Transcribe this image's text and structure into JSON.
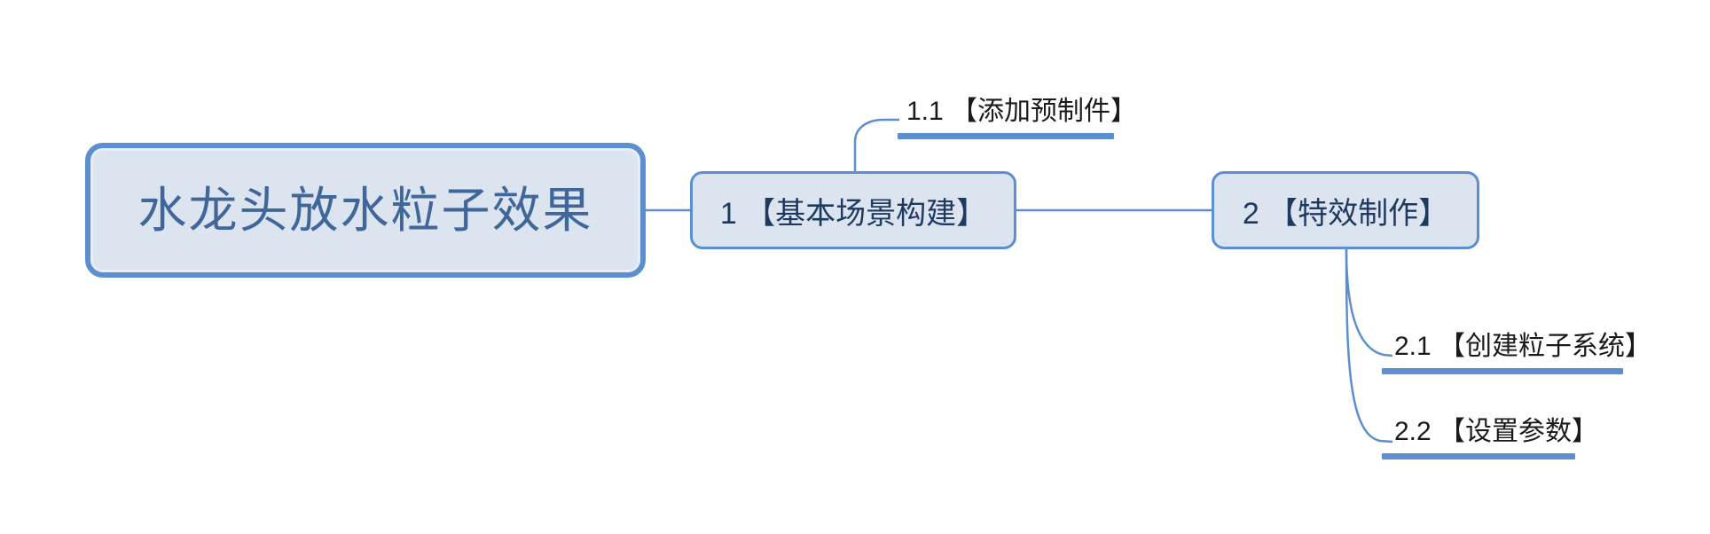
{
  "diagram": {
    "type": "mind-map",
    "orientation": "left-to-right",
    "root": {
      "label": "水龙头放水粒子效果",
      "shape": "rounded-rectangle-double-border",
      "fill_color": "#dce4f0",
      "border_color": "#5b8fd0",
      "text_color": "#3f6799"
    },
    "branches": [
      {
        "id": "1",
        "label": "1 【基本场景构建】",
        "shape": "rounded-rectangle",
        "fill_color": "#dce4f0",
        "border_color": "#5b8fd0",
        "text_color": "#1f3a5f",
        "children": [
          {
            "id": "1.1",
            "label": "1.1 【添加预制件】",
            "shape": "underlined-text",
            "rule_color": "#5b8fd0",
            "text_color": "#1a1a1a"
          }
        ]
      },
      {
        "id": "2",
        "label": "2 【特效制作】",
        "shape": "rounded-rectangle",
        "fill_color": "#dce4f0",
        "border_color": "#5b8fd0",
        "text_color": "#1f3a5f",
        "children": [
          {
            "id": "2.1",
            "label": "2.1 【创建粒子系统】",
            "shape": "underlined-text",
            "rule_color": "#5b8fd0",
            "text_color": "#1a1a1a"
          },
          {
            "id": "2.2",
            "label": "2.2 【设置参数】",
            "shape": "underlined-text",
            "rule_color": "#5b8fd0",
            "text_color": "#1a1a1a"
          }
        ]
      }
    ],
    "connectors": {
      "color": "#5b8fd0",
      "style": "curved-and-straight",
      "background_color": "#ffffff"
    }
  }
}
